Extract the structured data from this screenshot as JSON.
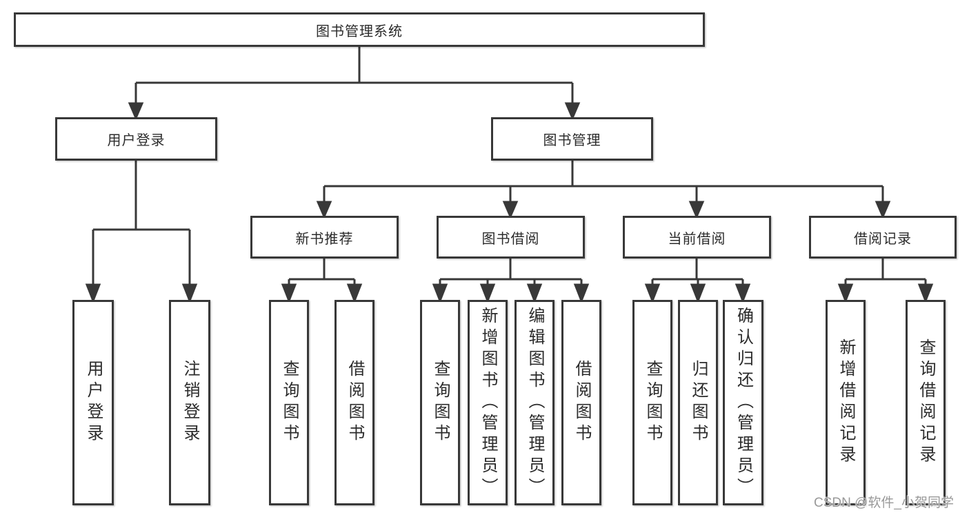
{
  "tree": {
    "label": "图书管理系统",
    "children": [
      {
        "label": "用户登录",
        "children": [
          {
            "label": "用户登录"
          },
          {
            "label": "注销登录"
          }
        ]
      },
      {
        "label": "图书管理",
        "children": [
          {
            "label": "新书推荐",
            "children": [
              {
                "label": "查询图书"
              },
              {
                "label": "借阅图书"
              }
            ]
          },
          {
            "label": "图书借阅",
            "children": [
              {
                "label": "查询图书"
              },
              {
                "label": "新增图书（管理员）"
              },
              {
                "label": "编辑图书（管理员）"
              },
              {
                "label": "借阅图书"
              }
            ]
          },
          {
            "label": "当前借阅",
            "children": [
              {
                "label": "查询图书"
              },
              {
                "label": "归还图书"
              },
              {
                "label": "确认归还（管理员）"
              }
            ]
          },
          {
            "label": "借阅记录",
            "children": [
              {
                "label": "新增借阅记录"
              },
              {
                "label": "查询借阅记录"
              }
            ]
          }
        ]
      }
    ]
  },
  "watermark": {
    "text": "CSDN @软件_小贺同学"
  },
  "colors": {
    "line": "#383838",
    "box_border": "#383838",
    "background": "#ffffff",
    "text": "#2b2b2b",
    "watermark": "#949494"
  }
}
